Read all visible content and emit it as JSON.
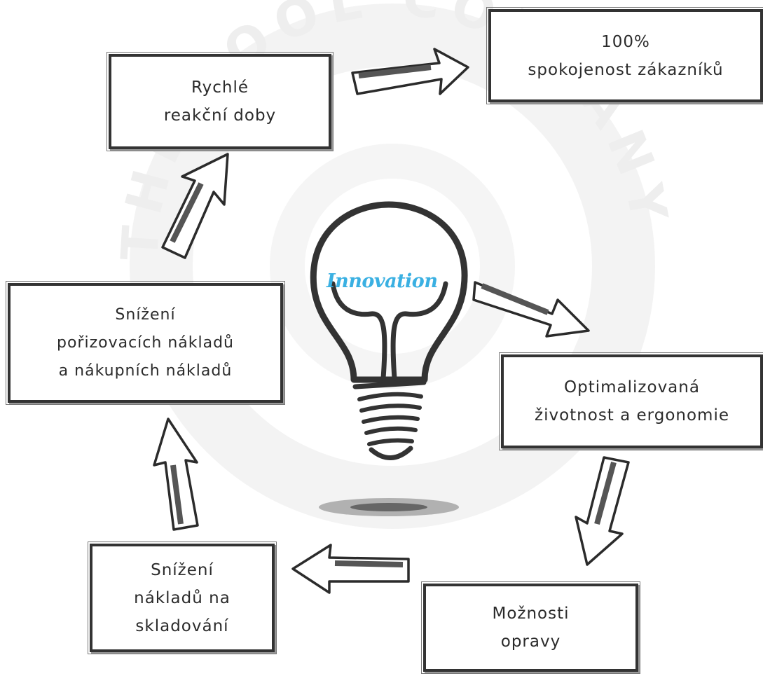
{
  "watermark": {
    "text": "THE TOOL COMPANY"
  },
  "center": {
    "label": "Innovation"
  },
  "boxes": {
    "reaction": {
      "lines": [
        "Rychlé",
        "reakční doby"
      ]
    },
    "satisfaction": {
      "lines": [
        "100%",
        "spokojenost zákazníků"
      ]
    },
    "purchase": {
      "lines": [
        "Snížení",
        "pořizovacích nákladů",
        "a nákupních nákladů"
      ]
    },
    "lifetime": {
      "lines": [
        "Optimalizovaná",
        "životnost a ergonomie"
      ]
    },
    "storage": {
      "lines": [
        "Snížení",
        "nákladů na",
        "skladování"
      ]
    },
    "repair": {
      "lines": [
        "Možnosti",
        "opravy"
      ]
    }
  },
  "colors": {
    "accent": "#3ab0e2",
    "ink": "#2b2b2b"
  }
}
